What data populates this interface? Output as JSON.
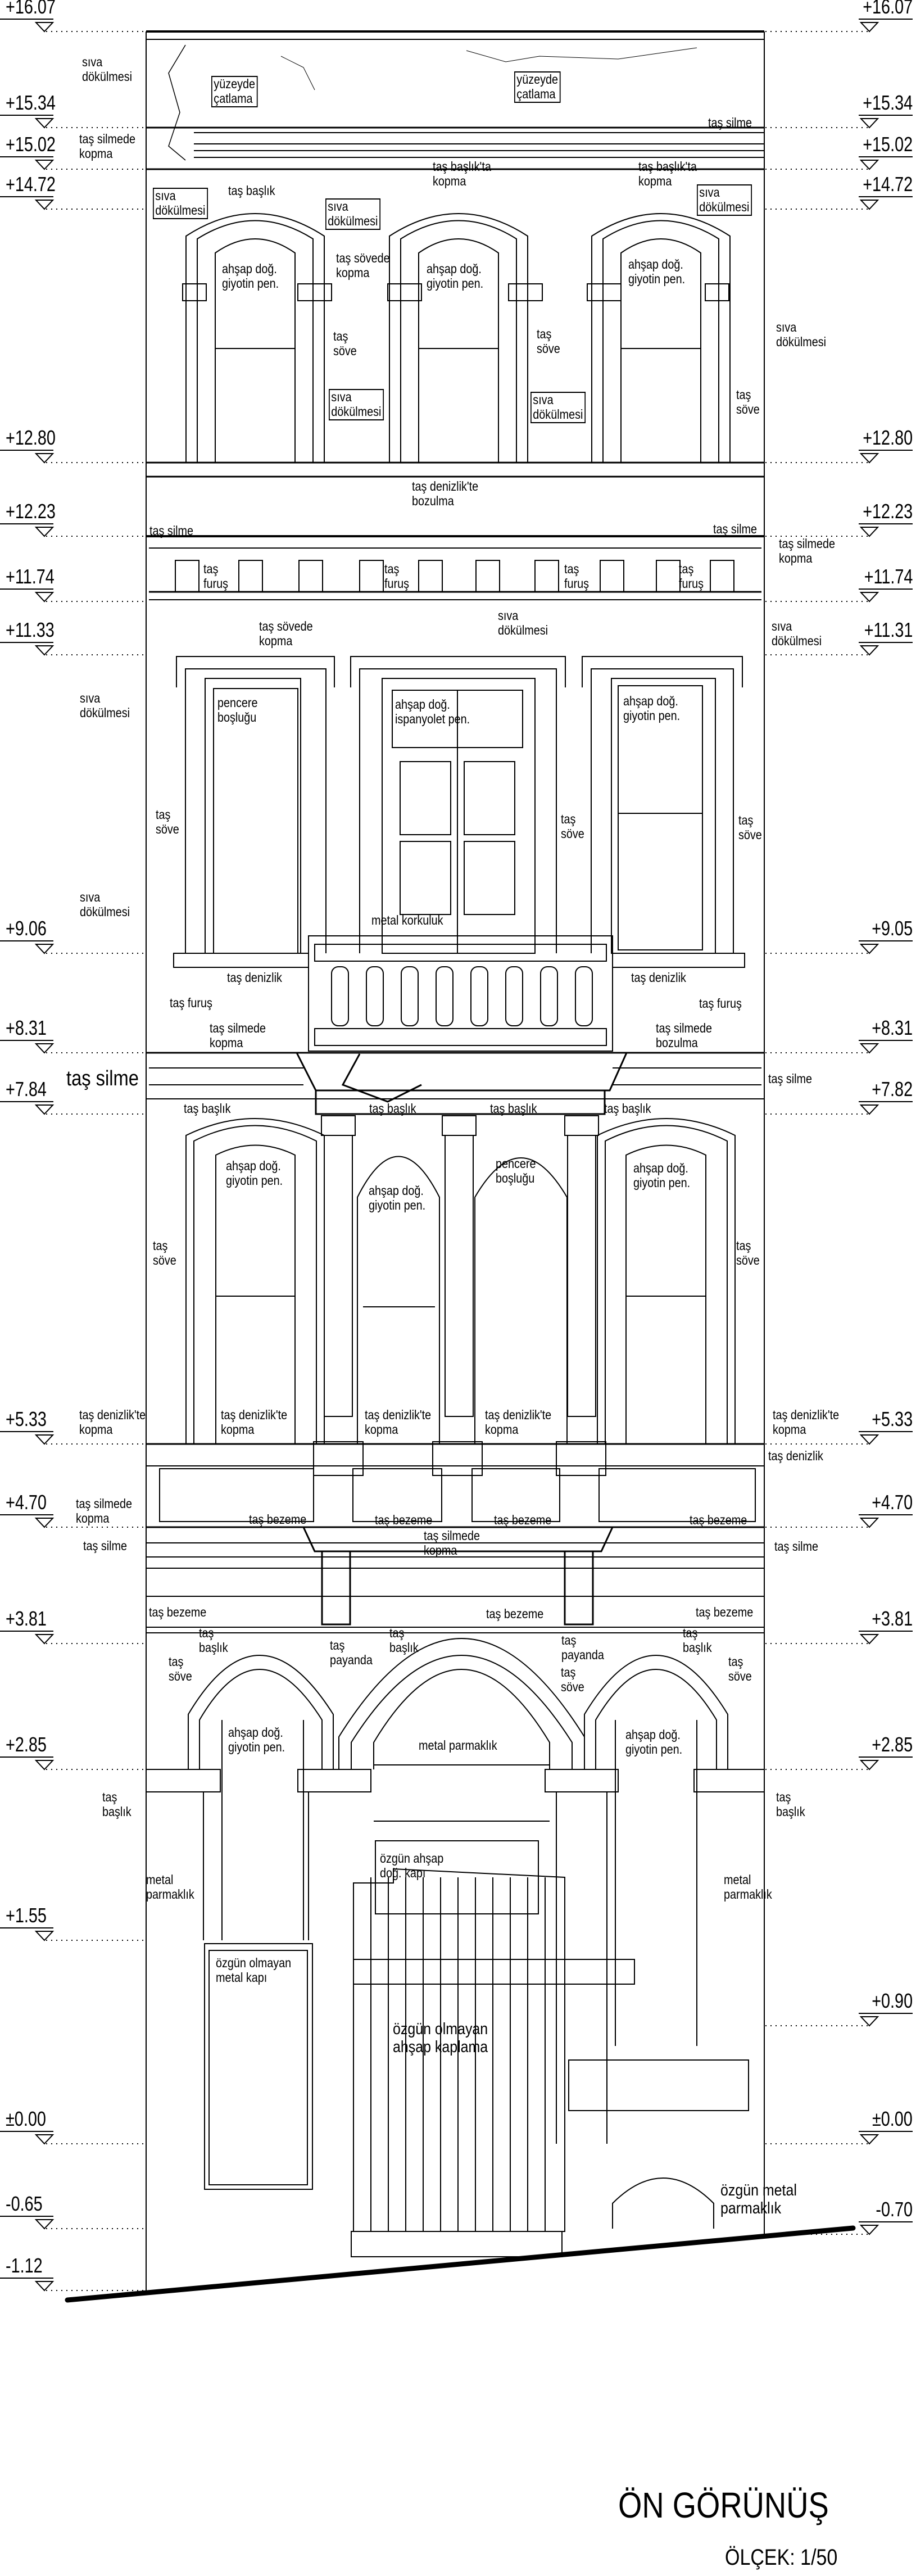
{
  "levels": {
    "left": [
      "+16.07",
      "+15.34",
      "+15.02",
      "+14.72",
      "+12.80",
      "+12.23",
      "+11.74",
      "+11.33",
      "+9.06",
      "+8.31",
      "+7.84",
      "+5.33",
      "+4.70",
      "+3.81",
      "+2.85",
      "+1.55",
      "±0.00",
      "-0.65",
      "-1.12"
    ],
    "right": [
      "+16.07",
      "+15.34",
      "+15.02",
      "+14.72",
      "+12.80",
      "+12.23",
      "+11.74",
      "+11.31",
      "+9.05",
      "+8.31",
      "+7.82",
      "+5.33",
      "+4.70",
      "+3.81",
      "+2.85",
      "+0.90",
      "±0.00",
      "-0.70"
    ]
  },
  "labels": [
    "sıva\ndökülmesi",
    "yüzeyde\nçatlama",
    "yüzeyde\nçatlama",
    "taş silme",
    "taş silmede\nkopma",
    "taş başlık'ta\nkopma",
    "taş başlık'ta\nkopma",
    "sıva\ndökülmesi",
    "taş başlık",
    "sıva\ndökülmesi",
    "sıva\ndökülmesi",
    "taş sövede\nkopma",
    "ahşap doğ.\ngiyotin pen.",
    "ahşap doğ.\ngiyotin pen.",
    "ahşap doğ.\ngiyotin pen.",
    "taş\nsöve",
    "taş\nsöve",
    "taş\nsöve",
    "sıva\ndökülmesi",
    "sıva\ndökülmesi",
    "sıva\ndökülmesi",
    "taş denizlik'te\nbozulma",
    "taş silme",
    "taş silme",
    "taş silmede\nkopma",
    "taş\nfuruş",
    "taş\nfuruş",
    "taş\nfuruş",
    "taş\nfuruş",
    "taş sövede\nkopma",
    "sıva\ndökülmesi",
    "sıva\ndökülmesi",
    "sıva\ndökülmesi",
    "sıva\ndökülmesi",
    "pencere\nboşluğu",
    "ahşap doğ.\nispanyolet pen.",
    "ahşap doğ.\ngiyotin pen.",
    "taş\nsöve",
    "taş\nsöve",
    "taş\nsöve",
    "metal korkuluk",
    "taş denizlik",
    "taş denizlik",
    "taş furuş",
    "taş furuş",
    "taş silmede\nkopma",
    "taş silmede\nbozulma",
    "taş silme",
    "taş silme",
    "taş başlık",
    "taş başlık",
    "taş başlık",
    "taş başlık",
    "ahşap doğ.\ngiyotin pen.",
    "ahşap doğ.\ngiyotin pen.",
    "ahşap doğ.\ngiyotin pen.",
    "pencere\nboşluğu",
    "taş\nsöve",
    "taş\nsöve",
    "taş denizlik'te\nkopma",
    "taş denizlik'te\nkopma",
    "taş denizlik'te\nkopma",
    "taş denizlik'te\nkopma",
    "taş denizlik'te\nkopma",
    "taş denizlik",
    "taş silmede\nkopma",
    "taş bezeme",
    "taş bezeme",
    "taş bezeme",
    "taş bezeme",
    "taş silmede\nkopma",
    "taş silme",
    "taş silme",
    "taş bezeme",
    "taş bezeme",
    "taş bezeme",
    "taş\nbaşlık",
    "taş\nbaşlık",
    "taş\nbaşlık",
    "taş\npayanda",
    "taş\npayanda",
    "taş\nsöve",
    "taş\nsöve",
    "taş\nsöve",
    "ahşap doğ.\ngiyotin pen.",
    "ahşap doğ.\ngiyotin pen.",
    "metal parmaklık",
    "taş\nbaşlık",
    "taş\nbaşlık",
    "özgün ahşap\ndoğ. kapı",
    "metal\nparmaklık",
    "metal\nparmaklık",
    "özgün olmayan\nmetal kapı",
    "özgün olmayan\nahşap kaplama",
    "özgün metal\nparmaklık"
  ],
  "title": "ÖN GÖRÜNÜŞ",
  "scale": "ÖLÇEK: 1/50"
}
